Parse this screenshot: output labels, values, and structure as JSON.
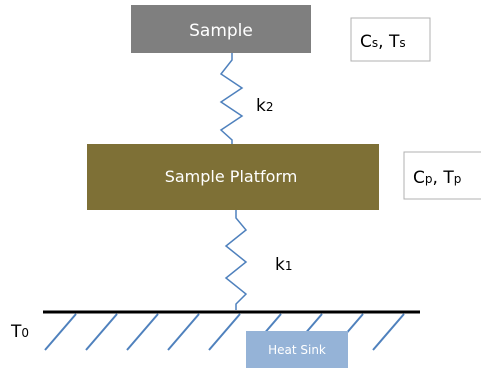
{
  "sample": {
    "label": "Sample",
    "color": "#7f7f7f"
  },
  "sample_params": {
    "prefix_c": "C",
    "sub_s": "s",
    "sep": ", ",
    "prefix_t": "T",
    "sub_s2": "s"
  },
  "spring_top": {
    "label_k": "k",
    "label_sub": "2"
  },
  "platform": {
    "label": "Sample Platform",
    "color": "#7e7036"
  },
  "platform_params": {
    "prefix_c": "C",
    "sub_p": "p",
    "sep": ", ",
    "prefix_t": "T",
    "sub_p2": "p"
  },
  "spring_bottom": {
    "label_k": "k",
    "label_sub": "1"
  },
  "ground": {
    "label_t": "T",
    "label_sub": "0"
  },
  "heat_sink": {
    "label": "Heat Sink",
    "color": "#95b3d7"
  }
}
